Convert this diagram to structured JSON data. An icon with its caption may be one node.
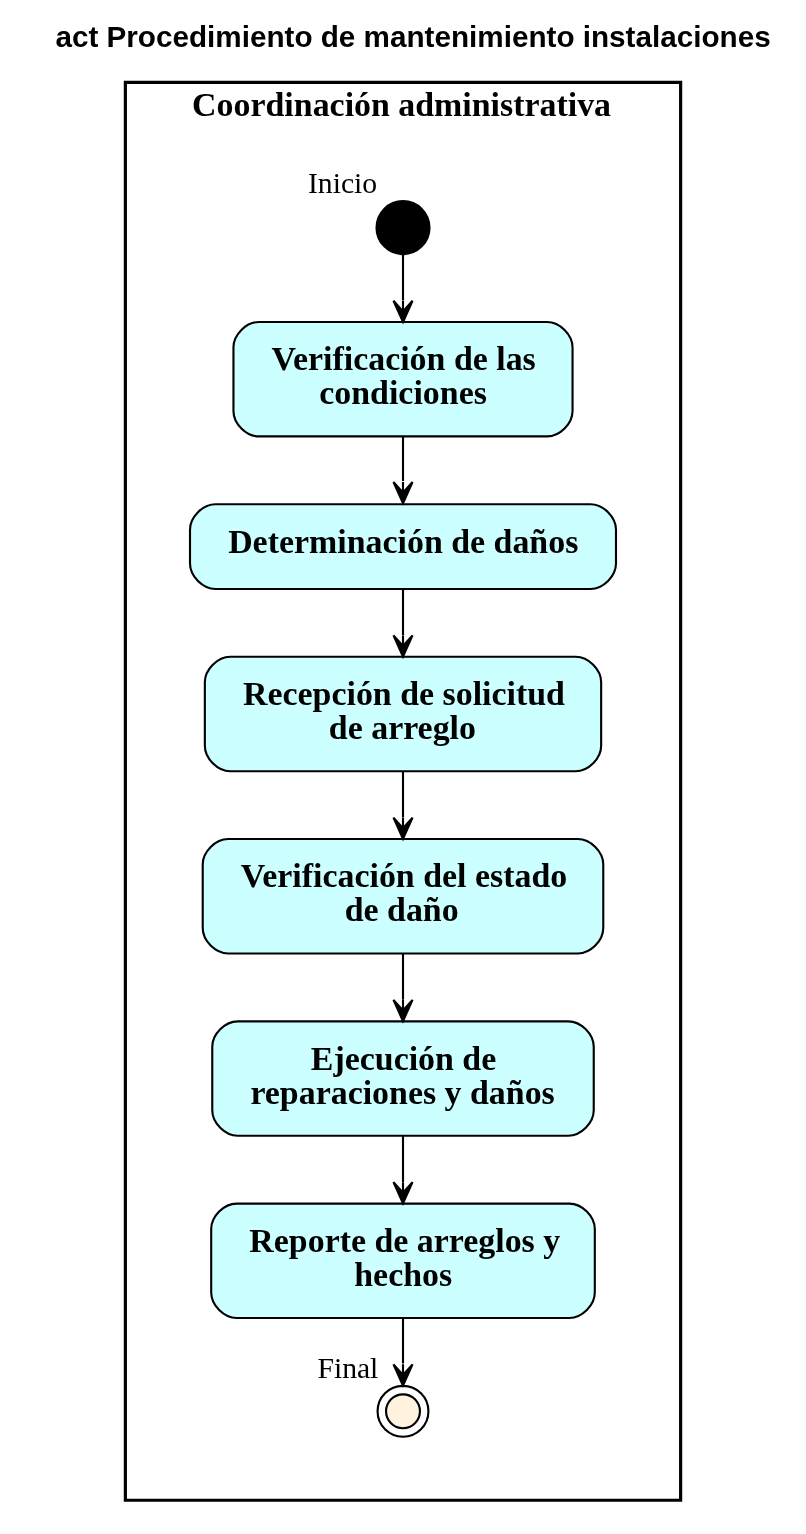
{
  "diagram": {
    "title": "act Procedimiento de mantenimiento instalaciones",
    "nodes": [
      {
        "text": [
          "Coordinación administrativa"
        ]
      },
      {
        "text": [],
        "shape": "circle",
        "beside": [
          "Inicio"
        ],
        "in": 0
      },
      {
        "text": [
          "Verificación de las condiciones"
        ],
        "in": 0
      },
      {
        "text": [
          "Determinación de daños"
        ],
        "in": 0
      },
      {
        "text": [
          "Recepción de solicitud de arreglo"
        ],
        "in": 0
      },
      {
        "text": [
          "Verificación del estado de daño"
        ],
        "in": 0
      },
      {
        "text": [
          "Ejecución de reparaciones y daños"
        ],
        "in": 0
      },
      {
        "text": [
          "Reporte de arreglos y hechos"
        ],
        "in": 0
      },
      {
        "text": [],
        "shape": "circle",
        "beside": [
          "Final"
        ],
        "in": 0
      }
    ],
    "edges": [
      {
        "from": 1,
        "to": 2,
        "arrow": "to"
      },
      {
        "from": 2,
        "to": 3,
        "arrow": "to"
      },
      {
        "from": 3,
        "to": 4,
        "arrow": "to"
      },
      {
        "from": 4,
        "to": 5,
        "arrow": "to"
      },
      {
        "from": 5,
        "to": 6,
        "arrow": "to"
      },
      {
        "from": 6,
        "to": 7,
        "arrow": "to"
      },
      {
        "from": 7,
        "to": 8,
        "arrow": "to"
      }
    ]
  }
}
